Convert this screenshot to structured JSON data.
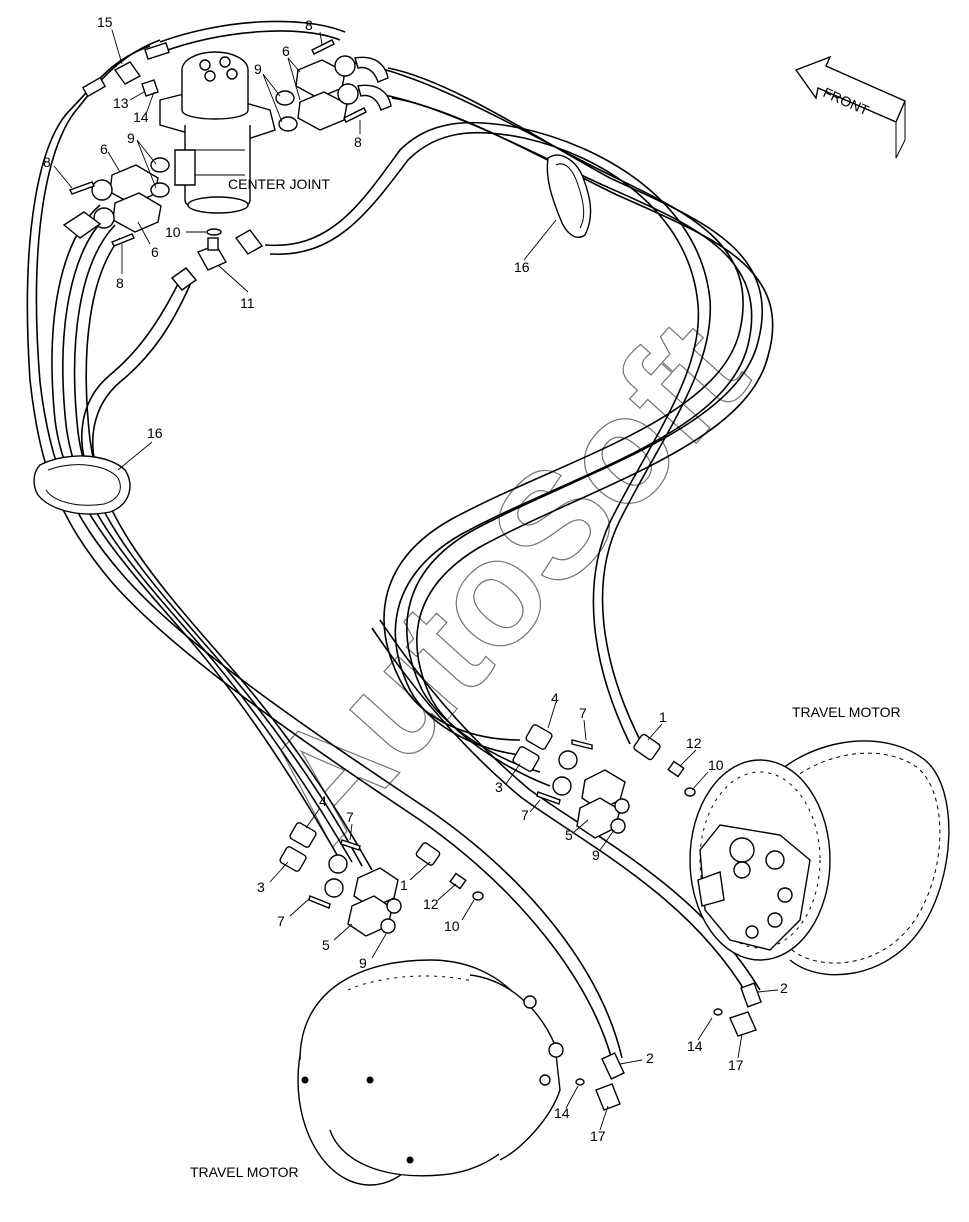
{
  "labels": {
    "center_joint": "CENTER JOINT",
    "travel_motor_right": "TRAVEL MOTOR",
    "travel_motor_left": "TRAVEL MOTOR",
    "front": "FRONT"
  },
  "watermark": "AutoSoft",
  "callouts": [
    {
      "id": "c15",
      "num": "15"
    },
    {
      "id": "c8a",
      "num": "8"
    },
    {
      "id": "c6a",
      "num": "6"
    },
    {
      "id": "c9a",
      "num": "9"
    },
    {
      "id": "c13",
      "num": "13"
    },
    {
      "id": "c14a",
      "num": "14"
    },
    {
      "id": "c8b",
      "num": "8"
    },
    {
      "id": "c9b",
      "num": "9"
    },
    {
      "id": "c6b",
      "num": "6"
    },
    {
      "id": "c8c",
      "num": "8"
    },
    {
      "id": "c6c",
      "num": "6"
    },
    {
      "id": "c8d",
      "num": "8"
    },
    {
      "id": "c10a",
      "num": "10"
    },
    {
      "id": "c11",
      "num": "11"
    },
    {
      "id": "c16a",
      "num": "16"
    },
    {
      "id": "c16b",
      "num": "16"
    },
    {
      "id": "c4a",
      "num": "4"
    },
    {
      "id": "c7a",
      "num": "7"
    },
    {
      "id": "c1a",
      "num": "1"
    },
    {
      "id": "c12a",
      "num": "12"
    },
    {
      "id": "c10b",
      "num": "10"
    },
    {
      "id": "c3a",
      "num": "3"
    },
    {
      "id": "c7b",
      "num": "7"
    },
    {
      "id": "c5a",
      "num": "5"
    },
    {
      "id": "c9c",
      "num": "9"
    },
    {
      "id": "c2a",
      "num": "2"
    },
    {
      "id": "c14b",
      "num": "14"
    },
    {
      "id": "c17a",
      "num": "17"
    },
    {
      "id": "c4b",
      "num": "4"
    },
    {
      "id": "c7c",
      "num": "7"
    },
    {
      "id": "c3b",
      "num": "3"
    },
    {
      "id": "c1b",
      "num": "1"
    },
    {
      "id": "c7d",
      "num": "7"
    },
    {
      "id": "c12b",
      "num": "12"
    },
    {
      "id": "c10c",
      "num": "10"
    },
    {
      "id": "c5b",
      "num": "5"
    },
    {
      "id": "c9d",
      "num": "9"
    },
    {
      "id": "c2b",
      "num": "2"
    },
    {
      "id": "c14c",
      "num": "14"
    },
    {
      "id": "c17b",
      "num": "17"
    }
  ]
}
